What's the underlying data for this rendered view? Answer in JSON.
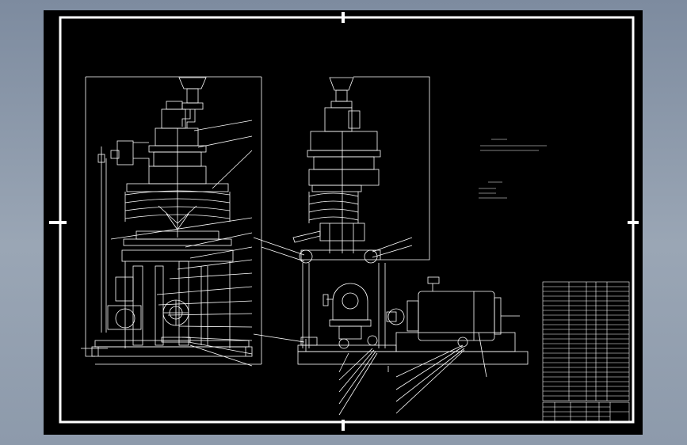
{
  "drawing": {
    "background_color": "#8a97a8",
    "sheet_color": "#000000",
    "line_color": "#ffffff",
    "frame_marks": [
      "top-center-mark",
      "bottom-center-mark",
      "left-center-mark",
      "right-center-mark"
    ],
    "icons": [
      "hopper-icon",
      "motor-icon",
      "pulley-icon"
    ]
  }
}
